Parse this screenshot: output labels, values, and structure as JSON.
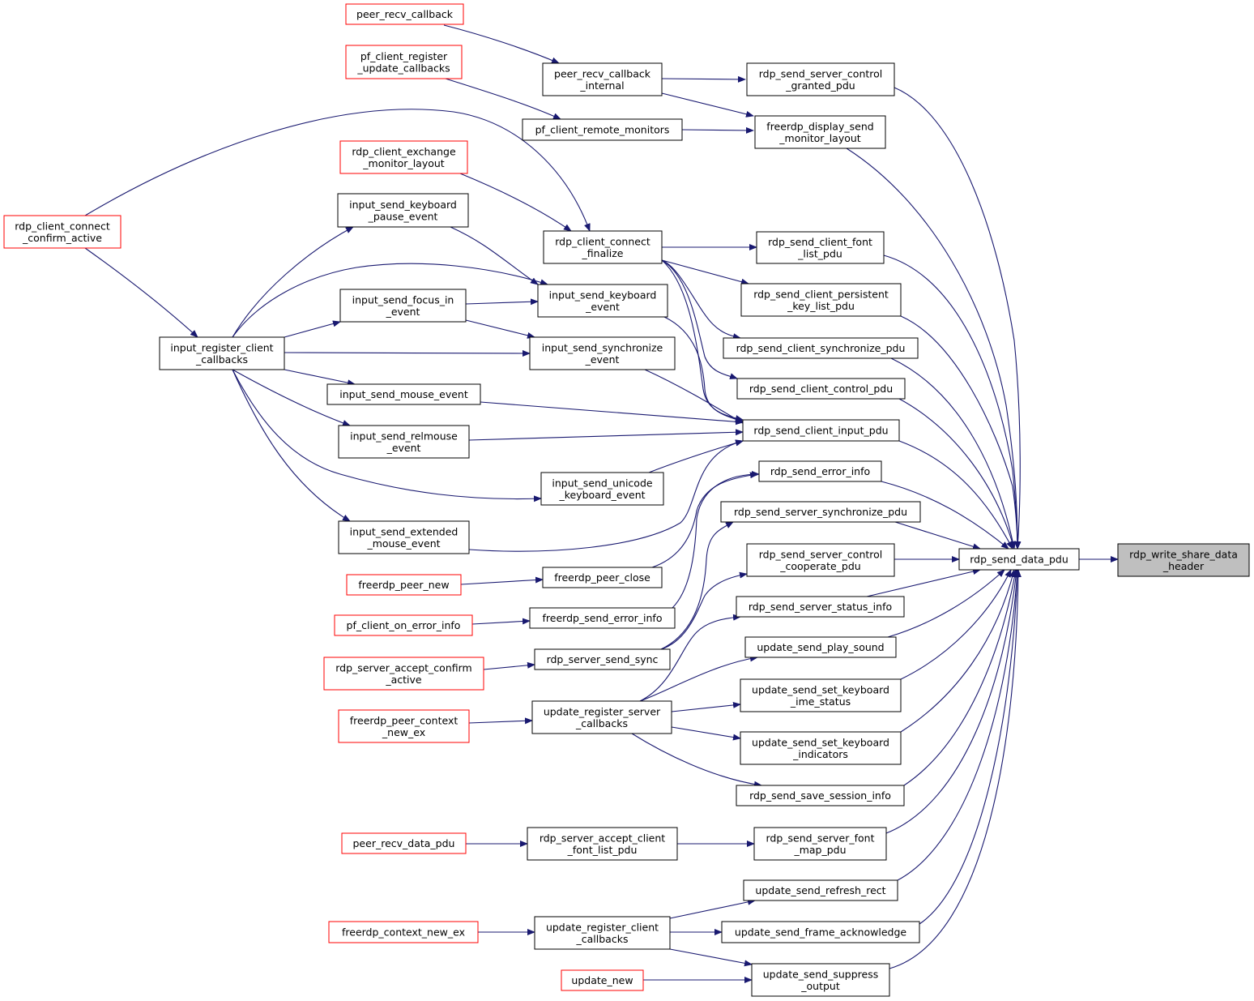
{
  "colors": {
    "edge": "#191970",
    "node_border_default": "#000000",
    "node_border_truncated": "#ff0000",
    "node_fill_default": "#ffffff",
    "node_fill_focus": "#bfbfbf"
  },
  "nodes": [
    {
      "id": "peer_recv_callback",
      "lines": [
        "peer_recv_callback"
      ],
      "style": "truncated"
    },
    {
      "id": "pf_client_register_update_callbacks",
      "lines": [
        "pf_client_register",
        "_update_callbacks"
      ],
      "style": "truncated"
    },
    {
      "id": "peer_recv_callback_internal",
      "lines": [
        "peer_recv_callback",
        "_internal"
      ],
      "style": "normal"
    },
    {
      "id": "pf_client_remote_monitors",
      "lines": [
        "pf_client_remote_monitors"
      ],
      "style": "normal"
    },
    {
      "id": "rdp_send_server_control_granted_pdu",
      "lines": [
        "rdp_send_server_control",
        "_granted_pdu"
      ],
      "style": "normal"
    },
    {
      "id": "freerdp_display_send_monitor_layout",
      "lines": [
        "freerdp_display_send",
        "_monitor_layout"
      ],
      "style": "normal"
    },
    {
      "id": "rdp_client_exchange_monitor_layout",
      "lines": [
        "rdp_client_exchange",
        "_monitor_layout"
      ],
      "style": "truncated"
    },
    {
      "id": "rdp_client_connect_confirm_active",
      "lines": [
        "rdp_client_connect",
        "_confirm_active"
      ],
      "style": "truncated"
    },
    {
      "id": "input_send_keyboard_pause_event",
      "lines": [
        "input_send_keyboard",
        "_pause_event"
      ],
      "style": "normal"
    },
    {
      "id": "rdp_client_connect_finalize",
      "lines": [
        "rdp_client_connect",
        "_finalize"
      ],
      "style": "normal"
    },
    {
      "id": "rdp_send_client_font_list_pdu",
      "lines": [
        "rdp_send_client_font",
        "_list_pdu"
      ],
      "style": "normal"
    },
    {
      "id": "input_send_keyboard_event",
      "lines": [
        "input_send_keyboard",
        "_event"
      ],
      "style": "normal"
    },
    {
      "id": "rdp_send_client_persistent_key_list_pdu",
      "lines": [
        "rdp_send_client_persistent",
        "_key_list_pdu"
      ],
      "style": "normal"
    },
    {
      "id": "input_send_focus_in_event",
      "lines": [
        "input_send_focus_in",
        "_event"
      ],
      "style": "normal"
    },
    {
      "id": "rdp_send_client_synchronize_pdu",
      "lines": [
        "rdp_send_client_synchronize_pdu"
      ],
      "style": "normal"
    },
    {
      "id": "input_register_client_callbacks",
      "lines": [
        "input_register_client",
        "_callbacks"
      ],
      "style": "normal"
    },
    {
      "id": "input_send_synchronize_event",
      "lines": [
        "input_send_synchronize",
        "_event"
      ],
      "style": "normal"
    },
    {
      "id": "rdp_send_client_control_pdu",
      "lines": [
        "rdp_send_client_control_pdu"
      ],
      "style": "normal"
    },
    {
      "id": "input_send_mouse_event",
      "lines": [
        "input_send_mouse_event"
      ],
      "style": "normal"
    },
    {
      "id": "rdp_send_client_input_pdu",
      "lines": [
        "rdp_send_client_input_pdu"
      ],
      "style": "normal"
    },
    {
      "id": "input_send_relmouse_event",
      "lines": [
        "input_send_relmouse",
        "_event"
      ],
      "style": "normal"
    },
    {
      "id": "rdp_send_error_info",
      "lines": [
        "rdp_send_error_info"
      ],
      "style": "normal"
    },
    {
      "id": "input_send_unicode_keyboard_event",
      "lines": [
        "input_send_unicode",
        "_keyboard_event"
      ],
      "style": "normal"
    },
    {
      "id": "rdp_send_server_synchronize_pdu",
      "lines": [
        "rdp_send_server_synchronize_pdu"
      ],
      "style": "normal"
    },
    {
      "id": "input_send_extended_mouse_event",
      "lines": [
        "input_send_extended",
        "_mouse_event"
      ],
      "style": "normal"
    },
    {
      "id": "rdp_send_server_control_cooperate_pdu",
      "lines": [
        "rdp_send_server_control",
        "_cooperate_pdu"
      ],
      "style": "normal"
    },
    {
      "id": "rdp_send_data_pdu",
      "lines": [
        "rdp_send_data_pdu"
      ],
      "style": "normal"
    },
    {
      "id": "rdp_write_share_data_header",
      "lines": [
        "rdp_write_share_data",
        "_header"
      ],
      "style": "focus"
    },
    {
      "id": "freerdp_peer_new",
      "lines": [
        "freerdp_peer_new"
      ],
      "style": "truncated"
    },
    {
      "id": "freerdp_peer_close",
      "lines": [
        "freerdp_peer_close"
      ],
      "style": "normal"
    },
    {
      "id": "rdp_send_server_status_info",
      "lines": [
        "rdp_send_server_status_info"
      ],
      "style": "normal"
    },
    {
      "id": "pf_client_on_error_info",
      "lines": [
        "pf_client_on_error_info"
      ],
      "style": "truncated"
    },
    {
      "id": "freerdp_send_error_info",
      "lines": [
        "freerdp_send_error_info"
      ],
      "style": "normal"
    },
    {
      "id": "update_send_play_sound",
      "lines": [
        "update_send_play_sound"
      ],
      "style": "normal"
    },
    {
      "id": "rdp_server_accept_confirm_active",
      "lines": [
        "rdp_server_accept_confirm",
        "_active"
      ],
      "style": "truncated"
    },
    {
      "id": "rdp_server_send_sync",
      "lines": [
        "rdp_server_send_sync"
      ],
      "style": "normal"
    },
    {
      "id": "update_send_set_keyboard_ime_status",
      "lines": [
        "update_send_set_keyboard",
        "_ime_status"
      ],
      "style": "normal"
    },
    {
      "id": "freerdp_peer_context_new_ex",
      "lines": [
        "freerdp_peer_context",
        "_new_ex"
      ],
      "style": "truncated"
    },
    {
      "id": "update_register_server_callbacks",
      "lines": [
        "update_register_server",
        "_callbacks"
      ],
      "style": "normal"
    },
    {
      "id": "update_send_set_keyboard_indicators",
      "lines": [
        "update_send_set_keyboard",
        "_indicators"
      ],
      "style": "normal"
    },
    {
      "id": "rdp_send_save_session_info",
      "lines": [
        "rdp_send_save_session_info"
      ],
      "style": "normal"
    },
    {
      "id": "peer_recv_data_pdu",
      "lines": [
        "peer_recv_data_pdu"
      ],
      "style": "truncated"
    },
    {
      "id": "rdp_server_accept_client_font_list_pdu",
      "lines": [
        "rdp_server_accept_client",
        "_font_list_pdu"
      ],
      "style": "normal"
    },
    {
      "id": "rdp_send_server_font_map_pdu",
      "lines": [
        "rdp_send_server_font",
        "_map_pdu"
      ],
      "style": "normal"
    },
    {
      "id": "update_send_refresh_rect",
      "lines": [
        "update_send_refresh_rect"
      ],
      "style": "normal"
    },
    {
      "id": "freerdp_context_new_ex",
      "lines": [
        "freerdp_context_new_ex"
      ],
      "style": "truncated"
    },
    {
      "id": "update_register_client_callbacks",
      "lines": [
        "update_register_client",
        "_callbacks"
      ],
      "style": "normal"
    },
    {
      "id": "update_send_frame_acknowledge",
      "lines": [
        "update_send_frame_acknowledge"
      ],
      "style": "normal"
    },
    {
      "id": "update_new",
      "lines": [
        "update_new"
      ],
      "style": "truncated"
    },
    {
      "id": "update_send_suppress_output",
      "lines": [
        "update_send_suppress",
        "_output"
      ],
      "style": "normal"
    }
  ],
  "edges": [
    [
      "peer_recv_callback",
      "peer_recv_callback_internal"
    ],
    [
      "pf_client_register_update_callbacks",
      "pf_client_remote_monitors"
    ],
    [
      "peer_recv_callback_internal",
      "rdp_send_server_control_granted_pdu"
    ],
    [
      "peer_recv_callback_internal",
      "freerdp_display_send_monitor_layout"
    ],
    [
      "pf_client_remote_monitors",
      "freerdp_display_send_monitor_layout"
    ],
    [
      "rdp_client_exchange_monitor_layout",
      "rdp_client_connect_finalize"
    ],
    [
      "rdp_client_connect_confirm_active",
      "rdp_client_connect_finalize"
    ],
    [
      "rdp_client_connect_confirm_active",
      "input_register_client_callbacks"
    ],
    [
      "input_register_client_callbacks",
      "input_send_keyboard_pause_event"
    ],
    [
      "input_register_client_callbacks",
      "input_send_keyboard_event"
    ],
    [
      "input_register_client_callbacks",
      "input_send_focus_in_event"
    ],
    [
      "input_register_client_callbacks",
      "input_send_synchronize_event"
    ],
    [
      "input_register_client_callbacks",
      "input_send_mouse_event"
    ],
    [
      "input_register_client_callbacks",
      "input_send_relmouse_event"
    ],
    [
      "input_register_client_callbacks",
      "input_send_unicode_keyboard_event"
    ],
    [
      "input_register_client_callbacks",
      "input_send_extended_mouse_event"
    ],
    [
      "input_send_keyboard_pause_event",
      "input_send_keyboard_event"
    ],
    [
      "input_send_focus_in_event",
      "input_send_keyboard_event"
    ],
    [
      "input_send_focus_in_event",
      "input_send_synchronize_event"
    ],
    [
      "rdp_client_connect_finalize",
      "rdp_send_client_font_list_pdu"
    ],
    [
      "rdp_client_connect_finalize",
      "rdp_send_client_persistent_key_list_pdu"
    ],
    [
      "rdp_client_connect_finalize",
      "rdp_send_client_synchronize_pdu"
    ],
    [
      "rdp_client_connect_finalize",
      "rdp_send_client_control_pdu"
    ],
    [
      "rdp_client_connect_finalize",
      "rdp_send_client_input_pdu"
    ],
    [
      "input_send_keyboard_event",
      "rdp_send_client_input_pdu"
    ],
    [
      "input_send_synchronize_event",
      "rdp_send_client_input_pdu"
    ],
    [
      "input_send_mouse_event",
      "rdp_send_client_input_pdu"
    ],
    [
      "input_send_relmouse_event",
      "rdp_send_client_input_pdu"
    ],
    [
      "input_send_unicode_keyboard_event",
      "rdp_send_client_input_pdu"
    ],
    [
      "input_send_extended_mouse_event",
      "rdp_send_client_input_pdu"
    ],
    [
      "freerdp_peer_new",
      "freerdp_peer_close"
    ],
    [
      "freerdp_peer_close",
      "rdp_send_error_info"
    ],
    [
      "pf_client_on_error_info",
      "freerdp_send_error_info"
    ],
    [
      "freerdp_send_error_info",
      "rdp_send_error_info"
    ],
    [
      "rdp_server_accept_confirm_active",
      "rdp_server_send_sync"
    ],
    [
      "rdp_server_send_sync",
      "rdp_send_server_synchronize_pdu"
    ],
    [
      "rdp_server_send_sync",
      "rdp_send_server_control_cooperate_pdu"
    ],
    [
      "freerdp_peer_context_new_ex",
      "update_register_server_callbacks"
    ],
    [
      "update_register_server_callbacks",
      "rdp_send_server_status_info"
    ],
    [
      "update_register_server_callbacks",
      "update_send_play_sound"
    ],
    [
      "update_register_server_callbacks",
      "update_send_set_keyboard_ime_status"
    ],
    [
      "update_register_server_callbacks",
      "update_send_set_keyboard_indicators"
    ],
    [
      "update_register_server_callbacks",
      "rdp_send_save_session_info"
    ],
    [
      "peer_recv_data_pdu",
      "rdp_server_accept_client_font_list_pdu"
    ],
    [
      "rdp_server_accept_client_font_list_pdu",
      "rdp_send_server_font_map_pdu"
    ],
    [
      "freerdp_context_new_ex",
      "update_register_client_callbacks"
    ],
    [
      "update_register_client_callbacks",
      "update_send_refresh_rect"
    ],
    [
      "update_register_client_callbacks",
      "update_send_frame_acknowledge"
    ],
    [
      "update_register_client_callbacks",
      "update_send_suppress_output"
    ],
    [
      "update_new",
      "update_send_suppress_output"
    ],
    [
      "rdp_send_server_control_granted_pdu",
      "rdp_send_data_pdu"
    ],
    [
      "freerdp_display_send_monitor_layout",
      "rdp_send_data_pdu"
    ],
    [
      "rdp_send_client_font_list_pdu",
      "rdp_send_data_pdu"
    ],
    [
      "rdp_send_client_persistent_key_list_pdu",
      "rdp_send_data_pdu"
    ],
    [
      "rdp_send_client_synchronize_pdu",
      "rdp_send_data_pdu"
    ],
    [
      "rdp_send_client_control_pdu",
      "rdp_send_data_pdu"
    ],
    [
      "rdp_send_client_input_pdu",
      "rdp_send_data_pdu"
    ],
    [
      "rdp_send_error_info",
      "rdp_send_data_pdu"
    ],
    [
      "rdp_send_server_synchronize_pdu",
      "rdp_send_data_pdu"
    ],
    [
      "rdp_send_server_control_cooperate_pdu",
      "rdp_send_data_pdu"
    ],
    [
      "rdp_send_server_status_info",
      "rdp_send_data_pdu"
    ],
    [
      "update_send_play_sound",
      "rdp_send_data_pdu"
    ],
    [
      "update_send_set_keyboard_ime_status",
      "rdp_send_data_pdu"
    ],
    [
      "update_send_set_keyboard_indicators",
      "rdp_send_data_pdu"
    ],
    [
      "rdp_send_save_session_info",
      "rdp_send_data_pdu"
    ],
    [
      "rdp_send_server_font_map_pdu",
      "rdp_send_data_pdu"
    ],
    [
      "update_send_refresh_rect",
      "rdp_send_data_pdu"
    ],
    [
      "update_send_frame_acknowledge",
      "rdp_send_data_pdu"
    ],
    [
      "update_send_suppress_output",
      "rdp_send_data_pdu"
    ],
    [
      "rdp_send_data_pdu",
      "rdp_write_share_data_header"
    ]
  ]
}
